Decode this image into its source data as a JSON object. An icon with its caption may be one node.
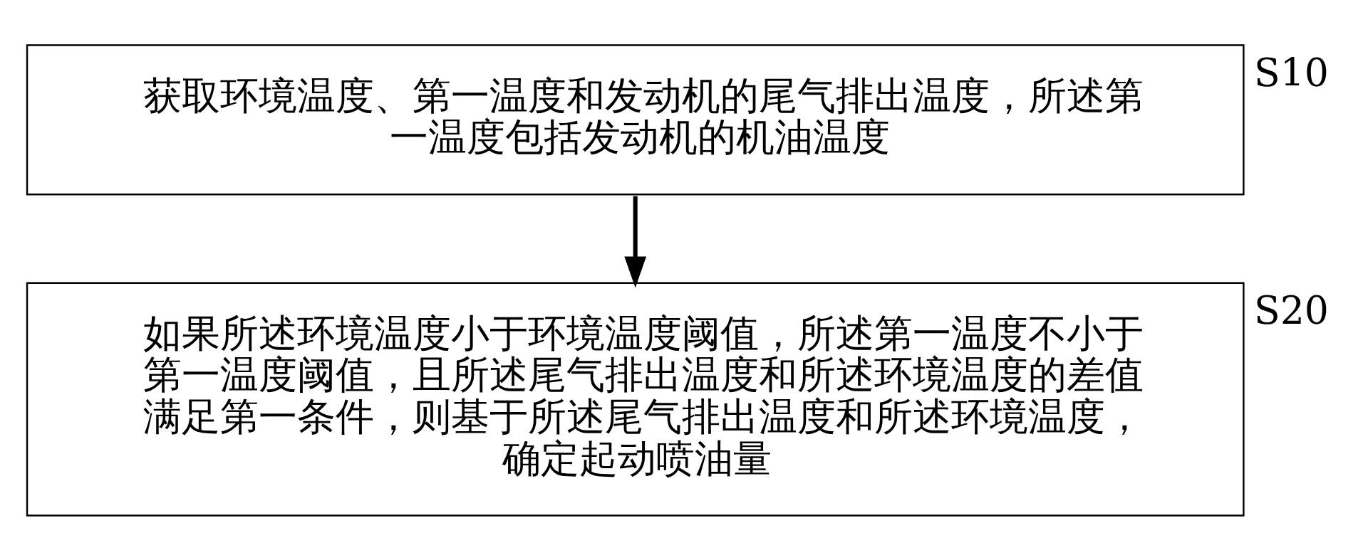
{
  "diagram": {
    "nodes": [
      {
        "text": [
          "获取环境温度、第一温度和发动机的尾气排出温度，所述第一温度包括发动机的机油温度"
        ],
        "beside": [
          "S10"
        ]
      },
      {
        "text": [
          "如果所述环境温度小于环境温度阈值，所述第一温度不小于第一温度阈值，且所述尾气排出温度和所述环境温度的差值满足第一条件，则基于所述尾气排出温度和所述环境温度，确定起动喷油量"
        ],
        "beside": [
          "S20"
        ]
      }
    ],
    "edges": [
      {
        "from": 0,
        "to": 1,
        "arrow": "to"
      }
    ]
  }
}
